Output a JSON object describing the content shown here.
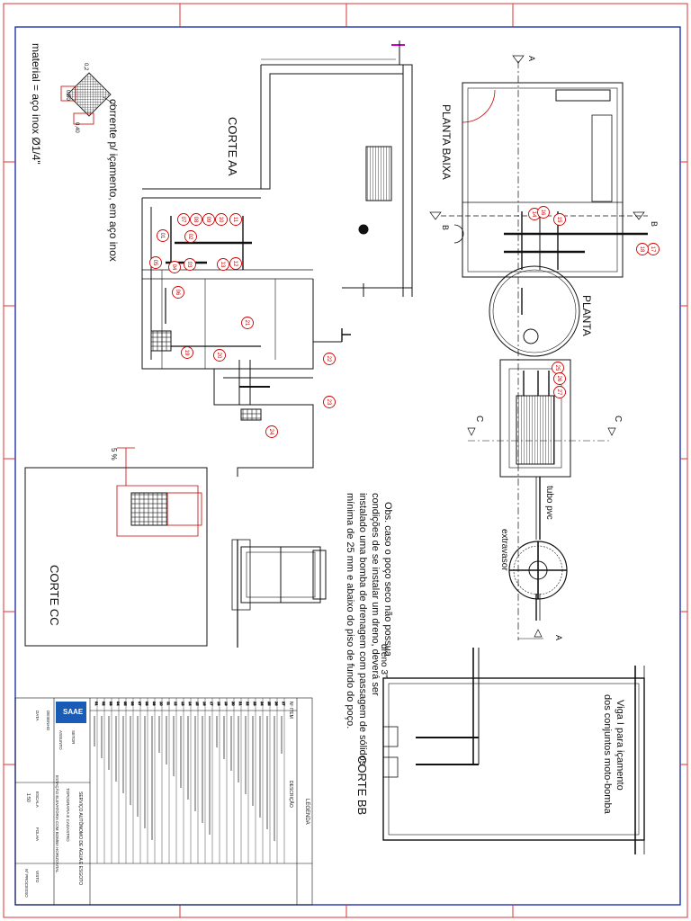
{
  "drawing": {
    "material_note": "material = aço inox Ø1/4\"",
    "chain_note": "corrente p/ içamento, em aço inox",
    "corte_aa": "CORTE AA",
    "planta_baixa": "PLANTA BAIXA",
    "planta": "PLANTA",
    "corte_cc": "CORTE CC",
    "corte_bb": "CORTE BB",
    "tubo_pvc": "tubo pvc",
    "extravasor": "extravasor",
    "dreno": "dreno 3\"",
    "viga_line1": "Viga I para içamento",
    "viga_line2": "dos conjuntos moto-bomba",
    "obs_lines": [
      "Obs. caso o poço seco não possua",
      "condições de se instalar um dreno, deverá ser",
      "instalado uma bomba de drenagem com passagem de sólidos",
      "mínima de 25 mm e abaixo do piso de fundo do poço."
    ],
    "section_marks": {
      "a": "A",
      "b": "B",
      "c": "C"
    },
    "slope": "5 %",
    "dims": [
      "0,40",
      "0,50",
      "0,2"
    ],
    "callouts": [
      "01",
      "02",
      "03",
      "04",
      "05",
      "06",
      "07",
      "08",
      "09",
      "10",
      "11",
      "12",
      "13",
      "14",
      "15",
      "16",
      "17",
      "18",
      "19",
      "20",
      "21",
      "22",
      "23",
      "24",
      "25",
      "26",
      "27"
    ]
  },
  "title_block": {
    "legend_title": "LEGENDA",
    "col_no": "Nº ITEM",
    "col_desc": "DESCRIÇÃO",
    "logo": "SAAE",
    "org": "SERVIÇO AUTÔNOMO DE ÁGUA E ESGOTO",
    "setor": "SETOR",
    "setor_val": "TOPOGRAFIA E CADASTRO",
    "assunto": "ASSUNTO",
    "assunto_val": "ESTAÇÃO ELEVATÓRIA COM BOMBA HORIZONTAL",
    "escala_label": "ESCALA",
    "escala_val": "1:50",
    "data_label": "DATA",
    "folha_label": "FOLHA",
    "visto_label": "VISTO",
    "desenho_label": "DESENHO",
    "processo_label": "Nº PROCESSO"
  }
}
